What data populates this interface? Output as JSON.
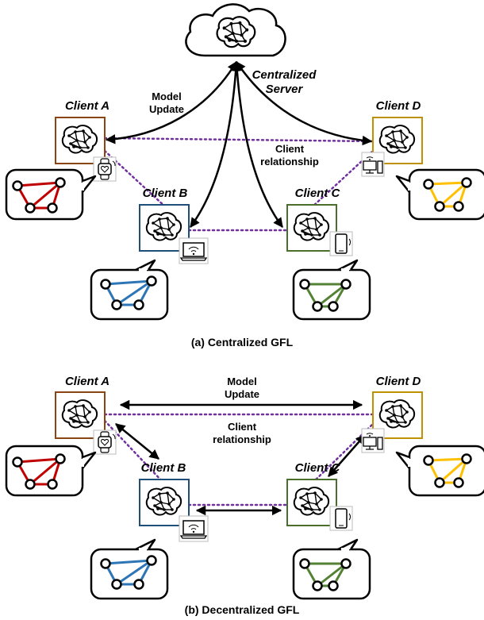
{
  "centralized": {
    "server_label": [
      "Centralized",
      "Server"
    ],
    "model_update": [
      "Model",
      "Update"
    ],
    "client_relationship": [
      "Client",
      "relationship"
    ],
    "clients": [
      "Client A",
      "Client B",
      "Client C",
      "Client D"
    ],
    "caption": "(a) Centralized GFL"
  },
  "decentralized": {
    "model_update": [
      "Model",
      "Update"
    ],
    "client_relationship": [
      "Client",
      "relationship"
    ],
    "clients": [
      "Client A",
      "Client B",
      "Client C",
      "Client D"
    ],
    "caption": "(b) Decentralized GFL"
  },
  "colors": {
    "client_a": "#8B4513",
    "client_b": "#1F4E79",
    "client_c": "#4A6E2B",
    "client_d": "#BF9000",
    "graph_a": "#C00000",
    "graph_b": "#2E75B6",
    "graph_c": "#548235",
    "graph_d": "#FFC000",
    "relationship": "#7030A0",
    "arrow": "#000000"
  },
  "icons": {
    "server": "cloud-icon",
    "model": "neural-network-icon",
    "client_a_device": "smartwatch-icon",
    "client_b_device": "laptop-icon",
    "client_c_device": "smartphone-icon",
    "client_d_device": "desktop-computer-icon"
  }
}
